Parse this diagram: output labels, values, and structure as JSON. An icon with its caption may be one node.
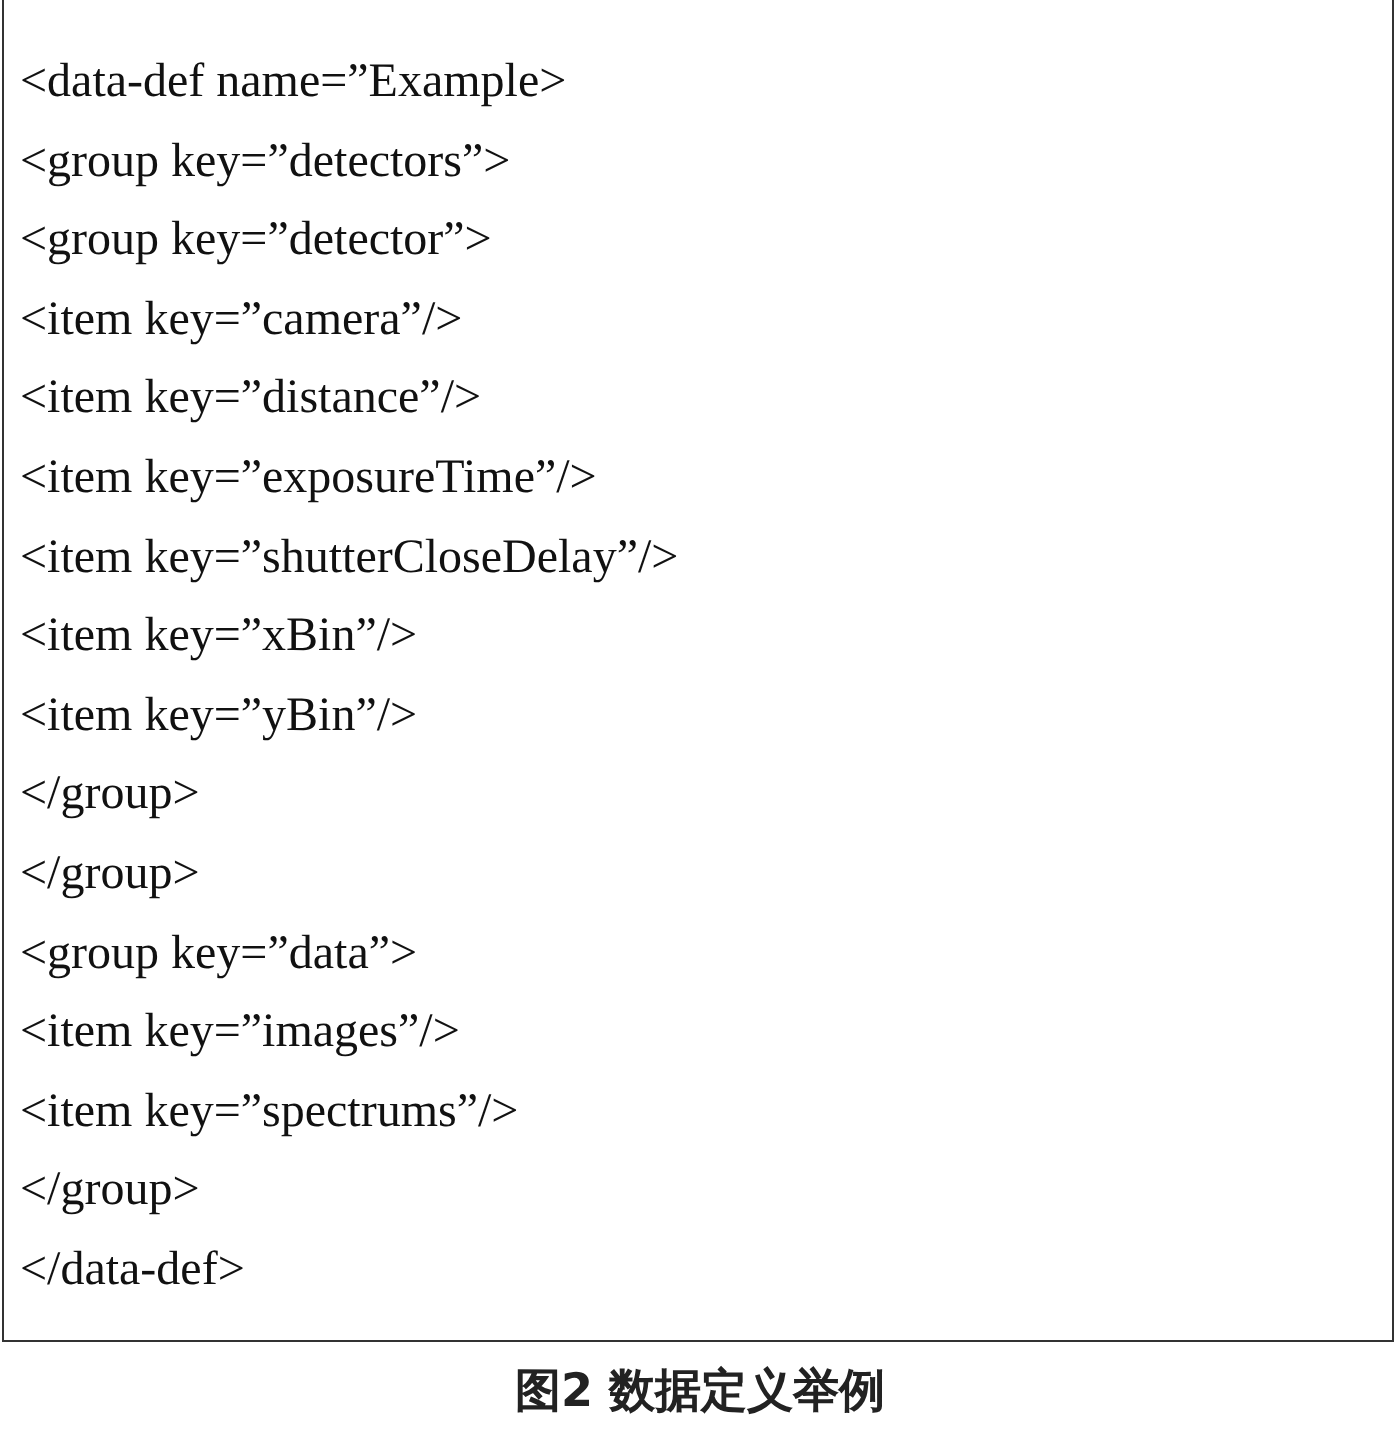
{
  "diagram": {
    "caption": "图2 数据定义举例",
    "nodes": [
      {
        "text": [
          "<data-def name=”Example>",
          "<group key=”detectors”>",
          "<group key=”detector”>",
          "<item key=”camera”/>",
          "<item key=”distance”/>",
          "<item key=”exposureTime”/>",
          "<item key=”shutterCloseDelay”/>",
          "<item key=”xBin”/>",
          "<item key=”yBin”/>",
          "</group>",
          "</group>",
          "<group key=”data”>",
          "<item key=”images”/>",
          "<item key=”spectrums”/>",
          "</group>",
          "</data-def>"
        ]
      }
    ]
  }
}
